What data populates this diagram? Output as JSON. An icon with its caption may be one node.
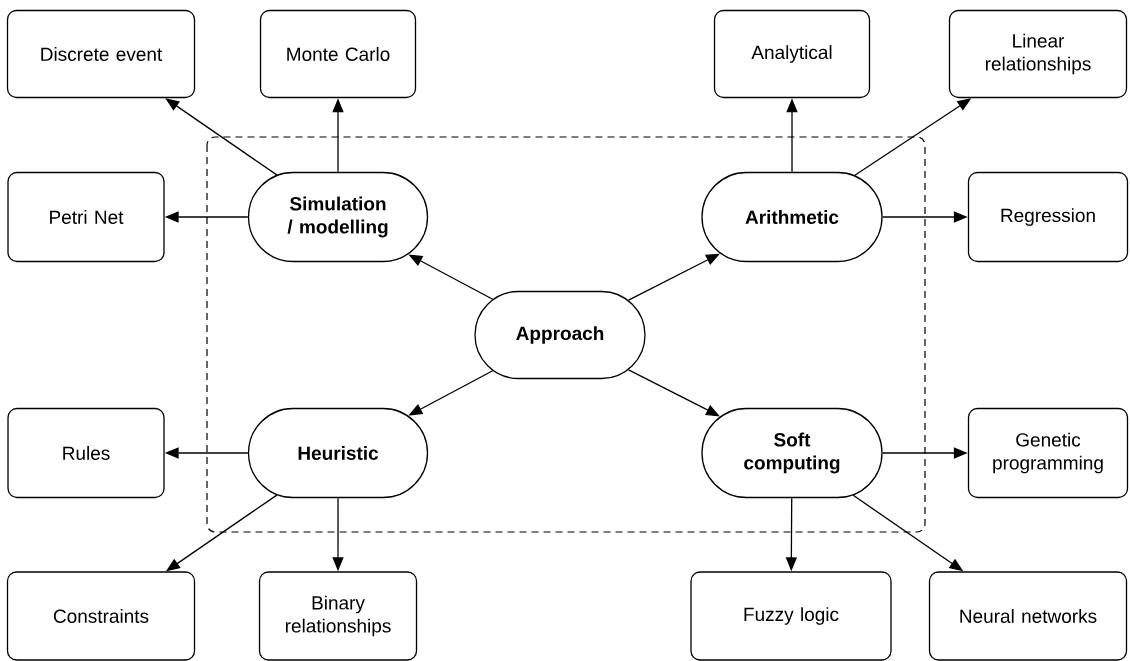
{
  "diagram": {
    "nodes": [
      {
        "text": [
          "Approach"
        ]
      },
      {
        "text": [
          "Simulation / modelling"
        ]
      },
      {
        "text": [
          "Arithmetic"
        ]
      },
      {
        "text": [
          "Heuristic"
        ]
      },
      {
        "text": [
          "Soft computing"
        ]
      },
      {
        "text": [
          "Discrete event"
        ]
      },
      {
        "text": [
          "Monte Carlo"
        ]
      },
      {
        "text": [
          "Petri Net"
        ]
      },
      {
        "text": [
          "Analytical"
        ]
      },
      {
        "text": [
          "Linear relationships"
        ]
      },
      {
        "text": [
          "Regression"
        ]
      },
      {
        "text": [
          "Rules"
        ]
      },
      {
        "text": [
          "Constraints"
        ]
      },
      {
        "text": [
          "Binary relationships"
        ]
      },
      {
        "text": [
          "Genetic programming"
        ]
      },
      {
        "text": [
          "Fuzzy logic"
        ]
      },
      {
        "text": [
          "Neural networks"
        ]
      }
    ],
    "edges": [
      {
        "from": 0,
        "to": 1,
        "arrow": "to"
      },
      {
        "from": 0,
        "to": 2,
        "arrow": "to"
      },
      {
        "from": 0,
        "to": 3,
        "arrow": "to"
      },
      {
        "from": 0,
        "to": 4,
        "arrow": "to"
      },
      {
        "from": 1,
        "to": 5,
        "arrow": "to"
      },
      {
        "from": 1,
        "to": 6,
        "arrow": "to"
      },
      {
        "from": 1,
        "to": 7,
        "arrow": "to"
      },
      {
        "from": 2,
        "to": 8,
        "arrow": "to"
      },
      {
        "from": 2,
        "to": 9,
        "arrow": "to"
      },
      {
        "from": 2,
        "to": 10,
        "arrow": "to"
      },
      {
        "from": 3,
        "to": 11,
        "arrow": "to"
      },
      {
        "from": 3,
        "to": 12,
        "arrow": "to"
      },
      {
        "from": 3,
        "to": 13,
        "arrow": "to"
      },
      {
        "from": 4,
        "to": 14,
        "arrow": "to"
      },
      {
        "from": 4,
        "to": 15,
        "arrow": "to"
      },
      {
        "from": 4,
        "to": 16,
        "arrow": "to"
      }
    ]
  }
}
